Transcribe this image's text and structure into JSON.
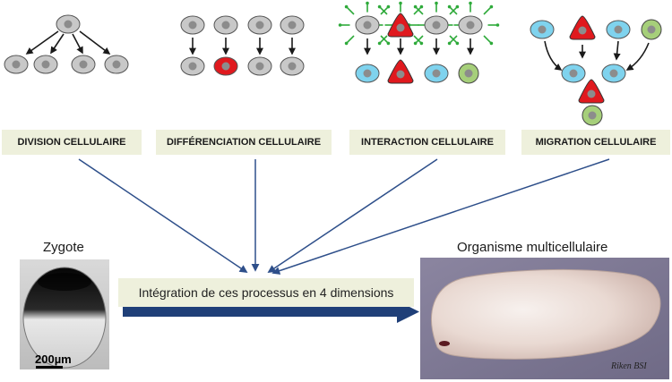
{
  "labels": {
    "division": "DIVISION CELLULAIRE",
    "differentiation": "DIFFÉRENCIATION CELLULAIRE",
    "interaction": "INTERACTION CELLULAIRE",
    "migration": "MIGRATION CELLULAIRE"
  },
  "zygote": {
    "caption": "Zygote",
    "scale": "200µm"
  },
  "organism": {
    "caption": "Organisme multicellulaire",
    "credit": "Riken BSI"
  },
  "integration": "Intégration de ces processus en 4 dimensions",
  "colors": {
    "grey_cell": "#c8c8c8",
    "red_cell": "#e0191e",
    "blue_cell": "#7fd3ee",
    "green_cell": "#a6cf7a",
    "nucleus": "#8c8c8c",
    "arrow": "#2e4f8a",
    "banner_arrow": "#1f3f78",
    "label_bg": "#eef0dc"
  }
}
